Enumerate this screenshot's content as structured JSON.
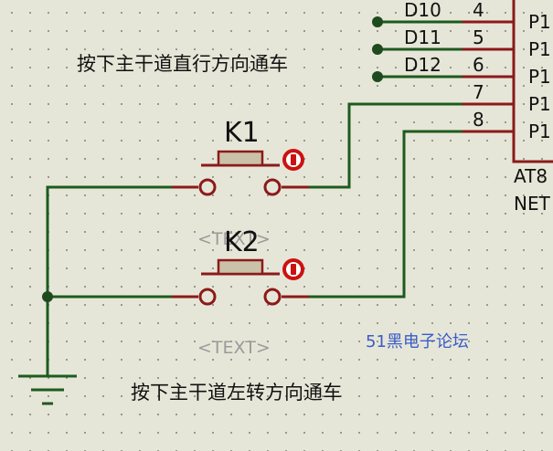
{
  "chip": {
    "label_partial": "AT8",
    "net_partial": "NET",
    "pins": [
      {
        "number": "4",
        "name_partial": "P1",
        "net": "D10"
      },
      {
        "number": "5",
        "name_partial": "P1",
        "net": "D11"
      },
      {
        "number": "6",
        "name_partial": "P1",
        "net": "D12"
      },
      {
        "number": "7",
        "name_partial": "P1",
        "net": ""
      },
      {
        "number": "8",
        "name_partial": "P1",
        "net": ""
      }
    ]
  },
  "buttons": [
    {
      "ref": "K1",
      "text_placeholder": "<TEXT>"
    },
    {
      "ref": "K2",
      "text_placeholder": "<TEXT>"
    }
  ],
  "notes": {
    "top": "按下主干道直行方向通车",
    "bottom": "按下主干道左转方向通车"
  },
  "watermark": "51黑电子论坛",
  "colors": {
    "wire": "#1e5a1e",
    "component": "#8b1a1a",
    "probe": "#cc1111",
    "placeholder": "#9a9a9a",
    "watermark": "#3a5cc8"
  }
}
